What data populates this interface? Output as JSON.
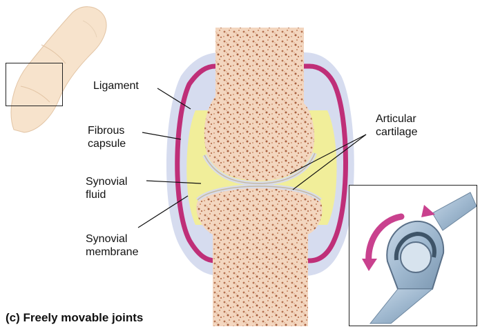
{
  "labels": {
    "ligament": "Ligament",
    "fibrous_capsule_line1": "Fibrous",
    "fibrous_capsule_line2": "capsule",
    "articular_cartilage_line1": "Articular",
    "articular_cartilage_line2": "cartilage",
    "synovial_fluid_line1": "Synovial",
    "synovial_fluid_line2": "fluid",
    "synovial_membrane_line1": "Synovial",
    "synovial_membrane_line2": "membrane"
  },
  "caption": "(c) Freely movable joints",
  "colors": {
    "bone": "#f3d6bf",
    "bone_speckle": "#b5714f",
    "capsule_outer": "#cfd6ec",
    "capsule_inner": "#bf2f78",
    "cartilage": "#ece6b0",
    "fluid": "#f1ee9a",
    "inset_metal": "#9fb8cf",
    "inset_arrow": "#c9418e",
    "skin": "#f7e3cc"
  },
  "icons": {
    "finger": "finger-illustration",
    "hinge": "hinge-joint-model"
  }
}
